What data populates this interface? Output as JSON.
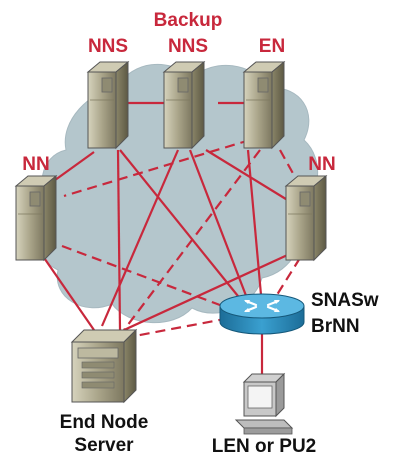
{
  "labels": {
    "nns": "NNS",
    "backup_line1": "Backup",
    "backup_line2": "NNS",
    "en": "EN",
    "nn_left": "NN",
    "nn_right": "NN",
    "snasw_line1": "SNASw",
    "snasw_line2": "BrNN",
    "end_node_line1": "End Node",
    "end_node_line2": "Server",
    "len_pu2": "LEN or PU2"
  },
  "colors": {
    "link": "#c8283c",
    "label_red": "#c8283c",
    "label_black": "#111111",
    "cloud": "#b4c6cc",
    "server": "#a9a489",
    "router": "#2f8fc0"
  },
  "icons": {
    "network": "network-cloud-icon",
    "server": "server-tower-icon",
    "router": "router-icon",
    "workstation": "workstation-icon",
    "terminal": "terminal-icon"
  }
}
